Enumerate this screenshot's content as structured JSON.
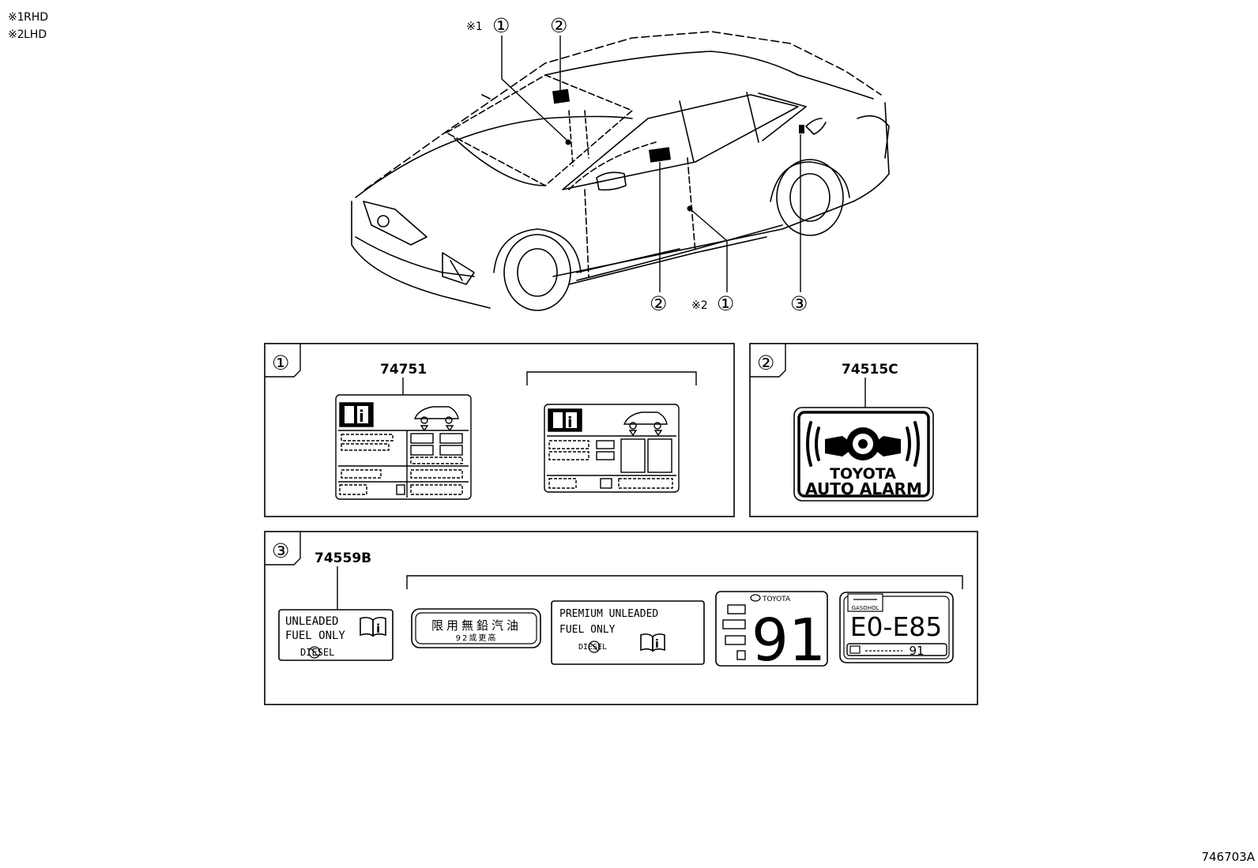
{
  "notes": [
    {
      "mark": "※1",
      "text": "RHD"
    },
    {
      "mark": "※2",
      "text": "LHD"
    }
  ],
  "callouts": {
    "c1_top": {
      "prefix": "※1",
      "num": "①"
    },
    "c2_top": {
      "num": "②"
    },
    "c2_bottom": {
      "num": "②"
    },
    "c1_bottom": {
      "prefix": "※2",
      "num": "①"
    },
    "c3_bottom": {
      "num": "③"
    }
  },
  "panels": {
    "p1": {
      "index": "①",
      "part_number": "74751"
    },
    "p2": {
      "index": "②",
      "part_number": "74515C",
      "label_line1": "TOYOTA",
      "label_line2": "AUTO ALARM"
    },
    "p3": {
      "index": "③",
      "part_number": "74559B",
      "label_a": {
        "line1": "UNLEADED",
        "line2": "FUEL ONLY",
        "crossed": "DIESEL"
      },
      "label_b": {
        "line1": "限用無鉛汽油",
        "line2": "92或更高"
      },
      "label_c": {
        "line1": "PREMIUM  UNLEADED",
        "line2": "FUEL ONLY",
        "crossed": "DIESEL"
      },
      "label_d": {
        "brand": "TOYOTA",
        "octane": "91"
      },
      "label_e": {
        "tag": "GASOHOL",
        "range": "E0-E85",
        "octane": "91"
      }
    }
  },
  "figure_id": "746703A"
}
